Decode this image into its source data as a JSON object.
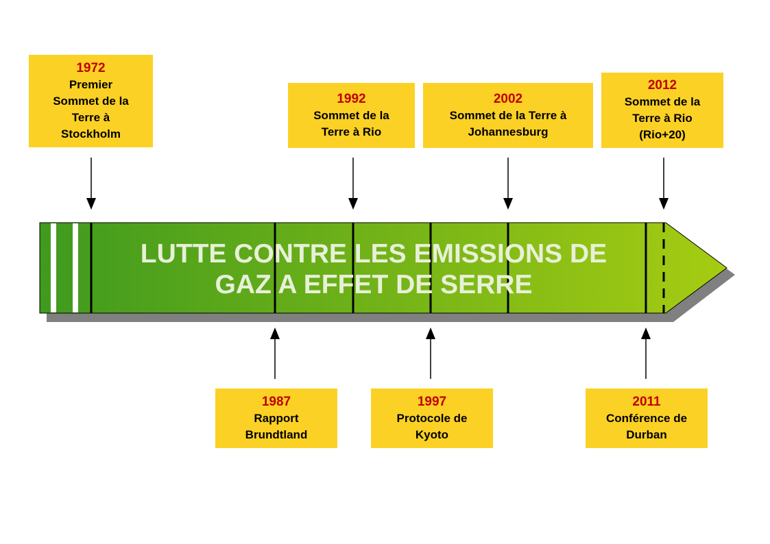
{
  "banner": {
    "line1": "LUTTE CONTRE LES EMISSIONS DE",
    "line2": "GAZ A EFFET DE SERRE"
  },
  "colors": {
    "box_fill": "#fcd125",
    "year_text": "#c00000",
    "arrow_green_dark": "#3f9a1e",
    "arrow_green_light": "#a6cc12"
  },
  "events_top": [
    {
      "year": "1972",
      "label": "Premier\nSommet de la\nTerre à\nStockholm"
    },
    {
      "year": "1992",
      "label": "Sommet de la\nTerre à Rio"
    },
    {
      "year": "2002",
      "label": "Sommet de la Terre à\nJohannesburg"
    },
    {
      "year": "2012",
      "label": "Sommet de la\nTerre à Rio\n(Rio+20)"
    }
  ],
  "events_bottom": [
    {
      "year": "1987",
      "label": "Rapport\nBrundtland"
    },
    {
      "year": "1997",
      "label": "Protocole de\nKyoto"
    },
    {
      "year": "2011",
      "label": "Conférence de\nDurban"
    }
  ]
}
